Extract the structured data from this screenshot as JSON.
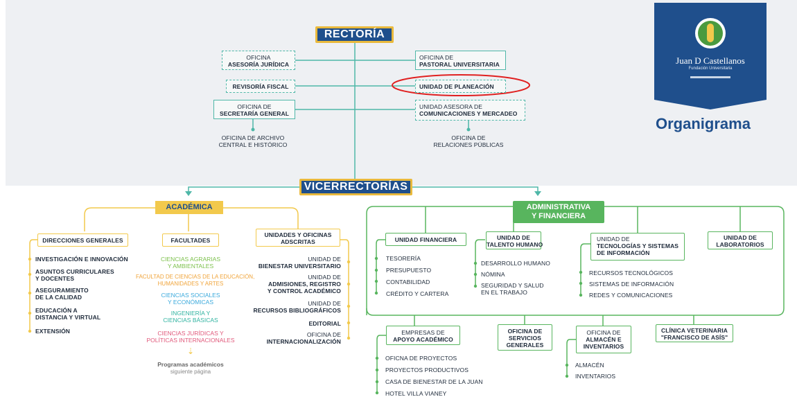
{
  "rectoria": "RECTORÍA",
  "vicerrectorias": "VICERRECTORÍAS",
  "left_offices": {
    "asesoria": [
      "OFICINA",
      "ASESORÍA JURÍDICA"
    ],
    "revisoria": "REVISORÍA FISCAL",
    "secretaria": [
      "OFICINA DE",
      "SECRETARÍA GENERAL"
    ],
    "archivo": [
      "OFICINA DE ARCHIVO",
      "CENTRAL E HISTÓRICO"
    ]
  },
  "right_offices": {
    "pastoral": [
      "OFICINA DE",
      "PASTORAL UNIVERSITARIA"
    ],
    "planeacion": "UNIDAD DE PLANEACIÓN",
    "comunicaciones": [
      "UNIDAD ASESORA DE",
      "COMUNICACIONES Y MERCADEO"
    ],
    "relaciones": [
      "OFICINA DE",
      "RELACIONES PÚBLICAS"
    ]
  },
  "logo": {
    "name": "Juan D Castellanos",
    "subtitle": "Fundación Universitaria"
  },
  "organigrama": "Organigrama",
  "academica": {
    "title": "ACADÉMICA",
    "direcciones": {
      "header": "DIRECCIONES GENERALES",
      "items": [
        [
          "INVESTIGACIÓN E INNOVACIÓN"
        ],
        [
          "ASUNTOS CURRICULARES",
          "Y DOCENTES"
        ],
        [
          "ASEGURAMIENTO",
          "DE LA CALIDAD"
        ],
        [
          "EDUCACIÓN A",
          "DISTANCIA Y VIRTUAL"
        ],
        [
          "EXTENSIÓN"
        ]
      ]
    },
    "facultades": {
      "header": "FACULTADES",
      "items": [
        {
          "lines": [
            "CIENCIAS AGRARIAS",
            "Y AMBIENTALES"
          ],
          "color": "#7cc04b"
        },
        {
          "lines": [
            "FACULTAD DE CIENCIAS DE LA EDUCACIÓN,",
            "HUMANIDADES Y ARTES"
          ],
          "color": "#f0a43a"
        },
        {
          "lines": [
            "CIENCIAS SOCIALES",
            "Y ECONÓMICAS"
          ],
          "color": "#3aa9dc"
        },
        {
          "lines": [
            "INGENIERÍA Y",
            "CIENCIAS BÁSICAS"
          ],
          "color": "#2fb3a0"
        },
        {
          "lines": [
            "CIENCIAS JURÍDICAS Y",
            "POLÍTICAS INTERNACIONALES"
          ],
          "color": "#e0587a"
        }
      ],
      "programas": "Programas académicos",
      "siguiente": "siguiente página"
    },
    "unidades": {
      "header": [
        "UNIDADES Y OFICINAS",
        "ADSCRITAS"
      ],
      "items": [
        {
          "lines": [
            "UNIDAD DE",
            "BIENESTAR UNIVERSITARIO"
          ]
        },
        {
          "lines": [
            "UNIDAD DE",
            "ADMISIONES, REGISTRO",
            "Y CONTROL ACADÉMICO"
          ]
        },
        {
          "lines": [
            "UNIDAD DE",
            "RECURSOS BIBLIOGRÁFICOS"
          ]
        },
        {
          "lines": [
            "EDITORIAL"
          ]
        },
        {
          "lines": [
            "OFICINA DE",
            "INTERNACIONALIZACIÓN"
          ]
        }
      ]
    }
  },
  "administrativa": {
    "title": [
      "ADMINISTRATIVA",
      "Y FINANCIERA"
    ],
    "financiera": {
      "header": "UNIDAD FINANCIERA",
      "items": [
        "TESORERÍA",
        "PRESUPUESTO",
        "CONTABILIDAD",
        "CRÉDITO Y CARTERA"
      ]
    },
    "talento": {
      "header": [
        "UNIDAD DE",
        "TALENTO HUMANO"
      ],
      "items": [
        [
          "DESARROLLO HUMANO"
        ],
        [
          "NÓMINA"
        ],
        [
          "SEGURIDAD Y SALUD",
          "EN EL TRABAJO"
        ]
      ]
    },
    "tecnologias": {
      "header": [
        "UNIDAD DE",
        "TECNOLOGÍAS Y SISTEMAS",
        "DE INFORMACIÓN"
      ],
      "items": [
        "RECURSOS TECNOLÓGICOS",
        "SISTEMAS DE INFORMACIÓN",
        "REDES Y COMUNICACIONES"
      ]
    },
    "laboratorios": [
      "UNIDAD DE",
      "LABORATORIOS"
    ],
    "empresas": {
      "header": [
        "EMPRESAS DE",
        "APOYO ACADÉMICO"
      ],
      "items": [
        "OFICNA DE PROYECTOS",
        "PROYECTOS PRODUCTIVOS",
        "CASA DE BIENESTAR DE LA JUAN",
        "HOTEL VILLA VIANEY"
      ]
    },
    "servicios": [
      "OFICINA DE",
      "SERVICIOS",
      "GENERALES"
    ],
    "almacen": {
      "header": [
        "OFICINA DE",
        "ALMACÉN E",
        "INVENTARIOS"
      ],
      "items": [
        "ALMACÉN",
        "INVENTARIOS"
      ]
    },
    "clinica": [
      "CLÍNICA VETERINARIA",
      "\"FRANCISCO DE ASÍS\""
    ]
  },
  "colors": {
    "navy": "#1f4f8c",
    "teal": "#4fb7a8",
    "yellow": "#f2c94c",
    "green": "#58b55e",
    "highlight": "#e02020"
  }
}
